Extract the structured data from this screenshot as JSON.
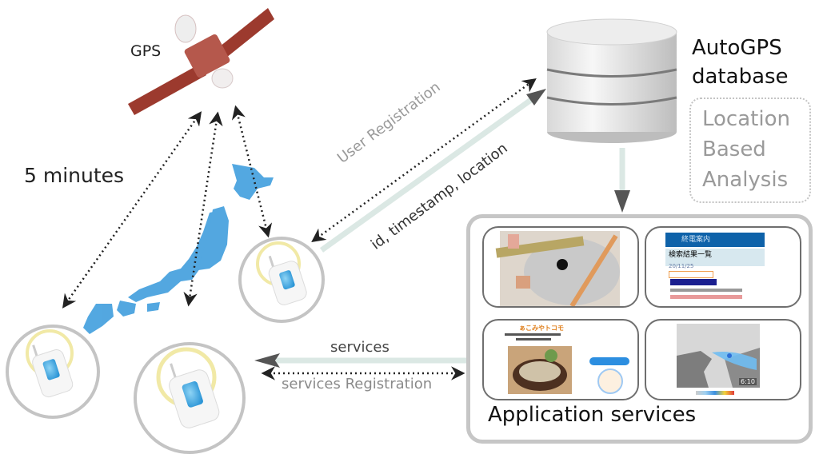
{
  "diagram": {
    "satellite": {
      "label": "GPS",
      "icon": "satellite-icon"
    },
    "interval_label": "5 minutes",
    "map": {
      "icon": "japan-map-icon",
      "color": "#4aa3df"
    },
    "database": {
      "title_line1": "AutoGPS",
      "title_line2": "database",
      "icon": "database-icon"
    },
    "analysis": {
      "line1": "Location",
      "line2": "Based",
      "line3": "Analysis"
    },
    "arrows": {
      "user_registration": "User Registration",
      "upload_fields": "id, timestamp, location",
      "services": "services",
      "services_registration": "services Registration"
    },
    "phones": [
      {
        "name": "phone-left",
        "icon": "mobile-phone-icon"
      },
      {
        "name": "phone-center",
        "icon": "mobile-phone-icon"
      },
      {
        "name": "phone-right",
        "icon": "mobile-phone-icon"
      }
    ],
    "application_services": {
      "title": "Application services",
      "tiles": [
        {
          "kind": "map-service",
          "icon": "map-screenshot-icon"
        },
        {
          "kind": "transit-search",
          "icon": "transit-screenshot-icon",
          "header_text": "終電案内",
          "line1": "検索結果一覧",
          "line2": "20/11/25"
        },
        {
          "kind": "restaurant-guide",
          "icon": "restaurant-screenshot-icon",
          "header_text": "ぁこみやトコモ"
        },
        {
          "kind": "weather-radar",
          "icon": "weather-radar-icon",
          "time_text": "6:10"
        }
      ]
    },
    "colors": {
      "satellite_panel": "#9c3a2e",
      "flow_arrow": "#dbe8e4",
      "arrow_head": "#555555",
      "box_border": "#c6c6c6",
      "ring": "#f1e9a6",
      "screen": "#3aa6e0"
    }
  }
}
